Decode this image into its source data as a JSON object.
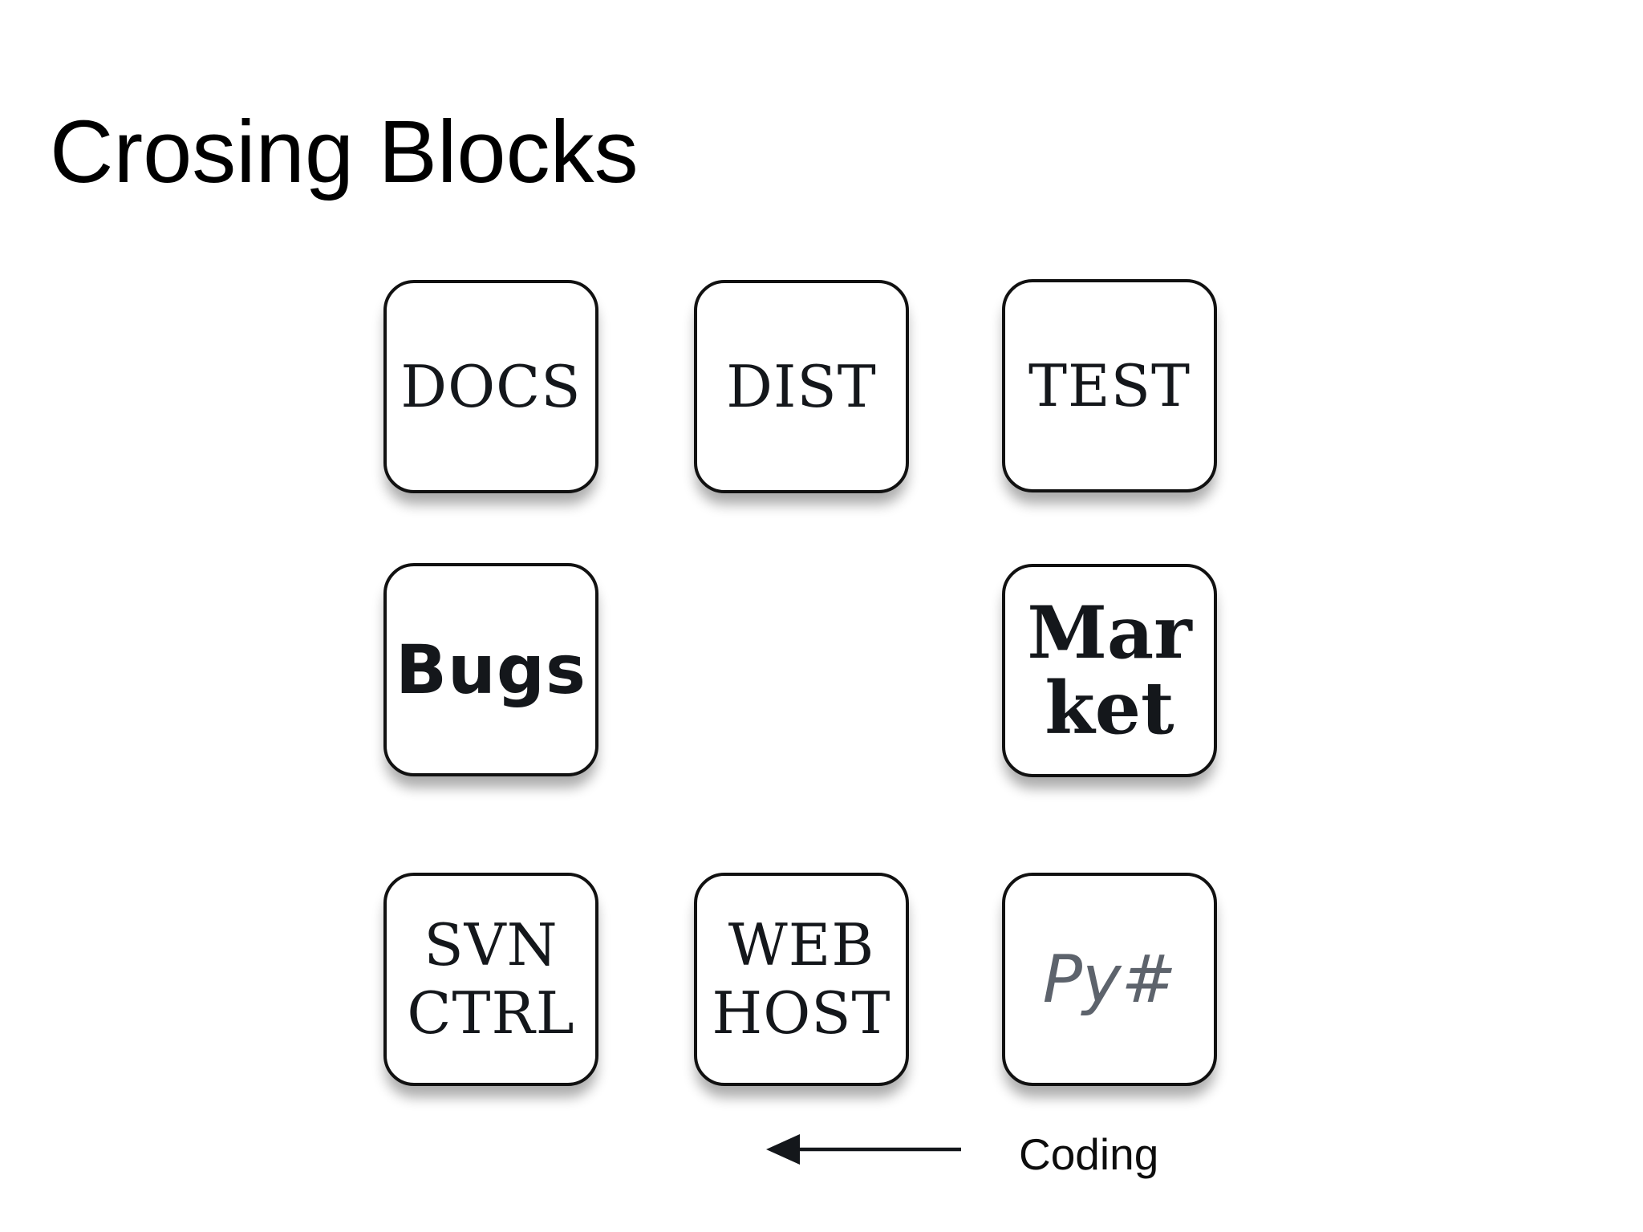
{
  "slide": {
    "title": "Crosing Blocks"
  },
  "grid": {
    "blocks": [
      {
        "name": "docs",
        "lines": [
          "DOCS"
        ]
      },
      {
        "name": "dist",
        "lines": [
          "DIST"
        ]
      },
      {
        "name": "test",
        "lines": [
          "TEST"
        ]
      },
      {
        "name": "bugs",
        "lines": [
          "Bugs"
        ]
      },
      {
        "name": "market",
        "lines": [
          "Mar",
          "ket"
        ]
      },
      {
        "name": "svn-ctrl",
        "lines": [
          "SVN",
          "CTRL"
        ]
      },
      {
        "name": "web-host",
        "lines": [
          "WEB",
          "HOST"
        ]
      },
      {
        "name": "py-sharp",
        "lines": [
          "Py#"
        ]
      }
    ]
  },
  "annotation": {
    "label": "Coding",
    "arrow_direction": "left"
  },
  "colors": {
    "background": "#ffffff",
    "block_fill": "#ffffff",
    "block_border": "#111111",
    "text_primary": "#14171b",
    "text_muted": "#5d636c"
  }
}
